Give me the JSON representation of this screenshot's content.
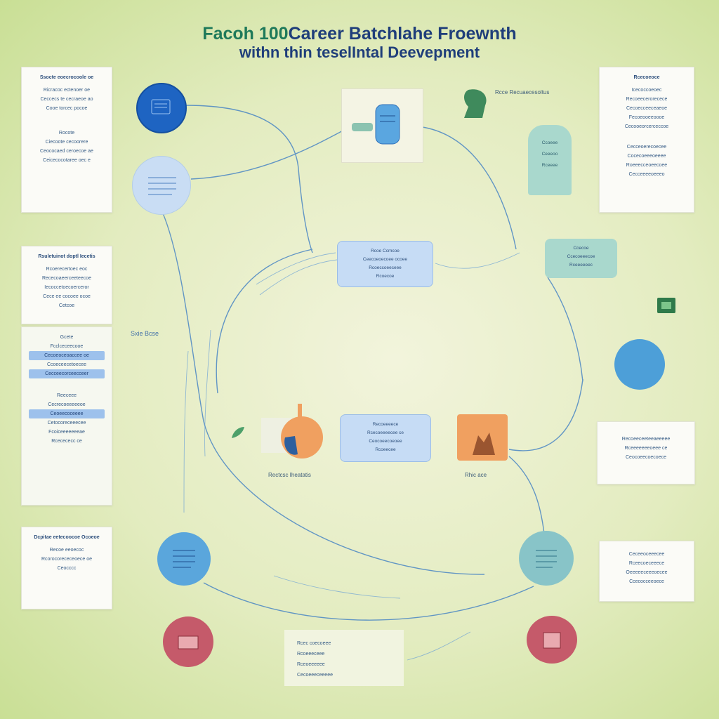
{
  "title": {
    "line1_a": "Facoh 100",
    "line1_b": "Career Batchlahe Froewnth",
    "line2": "withn thin teselIntal Deevepment"
  },
  "labels": {
    "top_center_note": "Rcce Recuaecesoltus",
    "side_note": "Sxie Bcse",
    "bottom_left_caption": "Rectcsc Iheatatis",
    "bottom_right_caption": "Rhic ace"
  },
  "panels": {
    "left_1": [
      "Ssocte eoecrocoole oe",
      "Ricracoc ectenoer oe",
      "Ceccecs te cecraeoe ao",
      "Cooe torcec pocoe",
      "Rocote",
      "Ciecoote cecoorere",
      "Ceococaed ceroecoe ae",
      "Ceicecocotaree oec e"
    ],
    "left_2": [
      "Rsuletuinot doptl Iecetis",
      "Rcoerecertoec eoc",
      "Rececoaeerceeteecoe",
      "Iecoccetoecoerceror",
      "Cece ee cocoee ocoe",
      "Cetcoe"
    ],
    "left_3": [
      "Gcete",
      "Fcclceceecooe",
      "Cecoeoceoaccee oe",
      "Ccoeceecetoecee",
      "Cecceecorceecceer",
      "Reeceee",
      "Cecrecoeeeeeoe",
      "Ceoeecoceeee",
      "Cetocoreceeecee",
      "Fcoiceeeeeeeae",
      "Rcecececc ce"
    ],
    "left_4": [
      "Dcpitae eetecoocoe Ocoeoe",
      "Recoe eeoecoc",
      "Rcorocorececeoece oe",
      "Ceocccc"
    ],
    "right_1": [
      "Rcecoeoce",
      "Icecoccoeoec",
      "Recoeecerorecece",
      "Cecoecceeceaeoe",
      "Fecoeooeeoooe",
      "Cecooeorcerceccoe",
      "Cecceoerecoecee",
      "Cocecoeeeoeeee",
      "Roeeecceoeecoee",
      "Cecceeeeoeeeo"
    ],
    "right_2": [
      "Recoeeceeteeaeeeee",
      "Rceeeeeeeoeee ce",
      "Ceocoeecoecoece"
    ],
    "right_3": [
      "Ceceeoceeecee",
      "Rceecoeceeece",
      "Oeeeeeceeeoecee",
      "Ccecocceeoece"
    ]
  },
  "nodes": {
    "mid_top_box": [
      "Rcoe Ccmcoe",
      "Ceecoeoecoee ocoee",
      "Rcoeccoeeceee",
      "Rcoecoe"
    ],
    "mid_center_box": [
      "Recoeeeece",
      "Rcecoeeeecee ce",
      "Ceocoeecoeoee",
      "Rcoeecee"
    ],
    "right_mid_box": [
      "Ccecoe",
      "Ccecoeeecoe",
      "Rceeeeeec"
    ],
    "mint_card": [
      "Ccoeee",
      "Ceeeoo",
      "Rceeee"
    ],
    "bottom_center_list": [
      "Rcec coecoeee",
      "Rcoeeeceee",
      "Rceoeeeeee",
      "Cecoeeeceeeee"
    ]
  },
  "colors": {
    "line_blue": "#4a86c4",
    "circle_dark_blue": "#1e64c2",
    "circle_light_blue": "#c9ddf4",
    "circle_teal": "#88c4c8",
    "circle_mid_blue": "#4d9fd8",
    "circle_pink": "#c55a6a",
    "orange": "#f0a060"
  },
  "icons": [
    "person-head-icon",
    "plant-leaf-icon",
    "green-box-icon",
    "document-icon",
    "tube-icon"
  ]
}
